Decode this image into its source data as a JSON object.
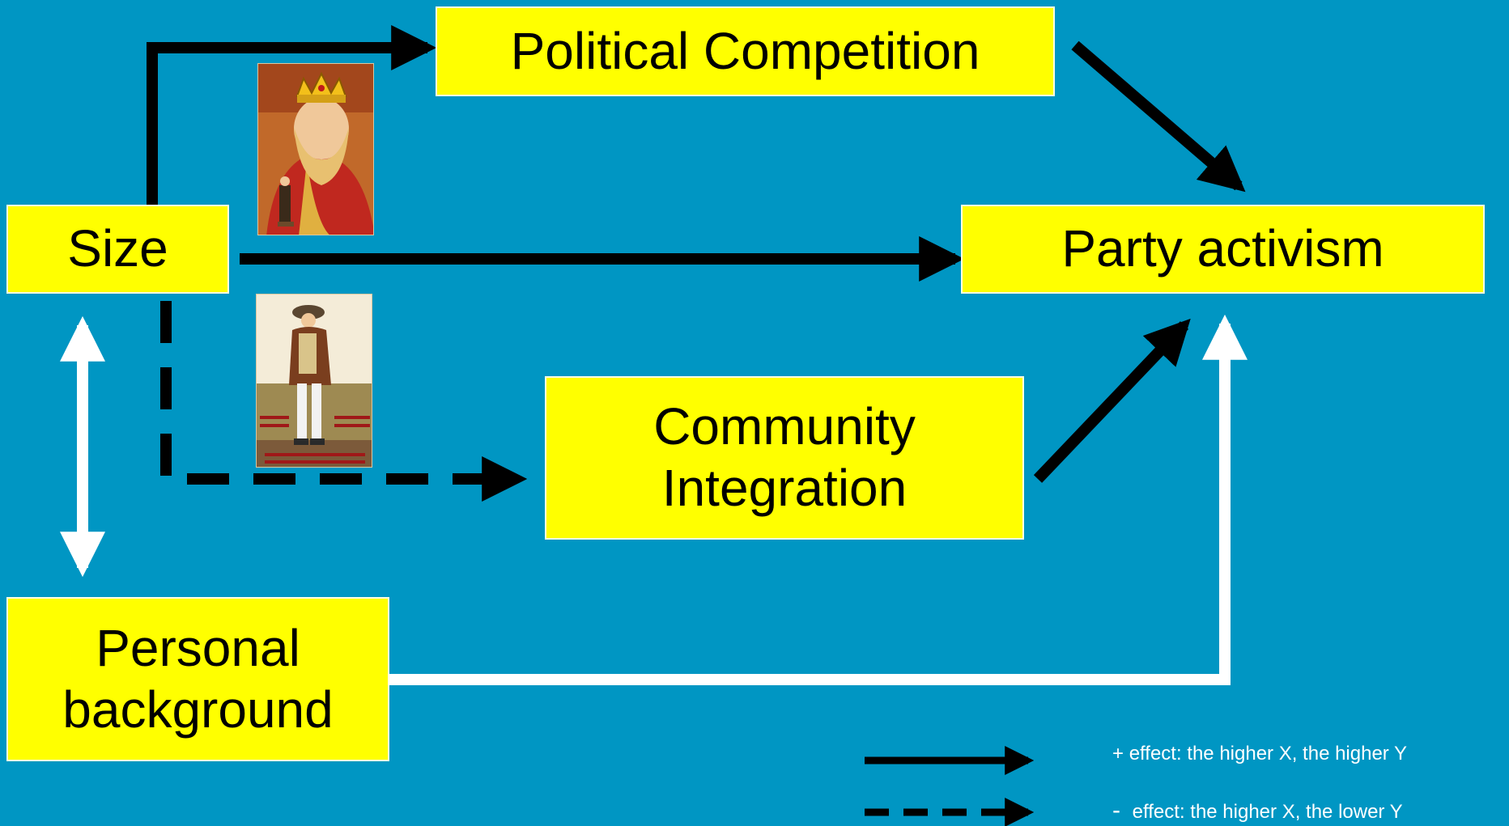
{
  "diagram": {
    "nodes": {
      "size": "Size",
      "political_competition": "Political Competition",
      "party_activism": "Party activism",
      "community_integration": "Community\nIntegration",
      "personal_background": "Personal\nbackground"
    },
    "edges": [
      {
        "from": "Size",
        "to": "Political Competition",
        "style": "solid",
        "color": "#000000"
      },
      {
        "from": "Political Competition",
        "to": "Party activism",
        "style": "solid",
        "color": "#000000"
      },
      {
        "from": "Size",
        "to": "Party activism",
        "style": "solid",
        "color": "#000000"
      },
      {
        "from": "Size",
        "to": "Community Integration",
        "style": "dashed",
        "color": "#000000"
      },
      {
        "from": "Community Integration",
        "to": "Party activism",
        "style": "solid",
        "color": "#000000"
      },
      {
        "from": "Size",
        "to": "Personal background",
        "style": "solid-bidirectional",
        "color": "#ffffff"
      },
      {
        "from": "Personal background",
        "to": "Party activism",
        "style": "solid",
        "color": "#ffffff"
      }
    ],
    "legend": {
      "positive_sign": "+",
      "positive_text": "effect: the higher X, the higher Y",
      "negative_sign": "-",
      "negative_text": "effect: the higher X, the lower Y"
    },
    "colors": {
      "background": "#0096c3",
      "box_fill": "#ffff00",
      "arrow_primary": "#000000",
      "arrow_secondary": "#ffffff"
    },
    "pictures": [
      "king-illustration",
      "gulliver-illustration"
    ]
  }
}
